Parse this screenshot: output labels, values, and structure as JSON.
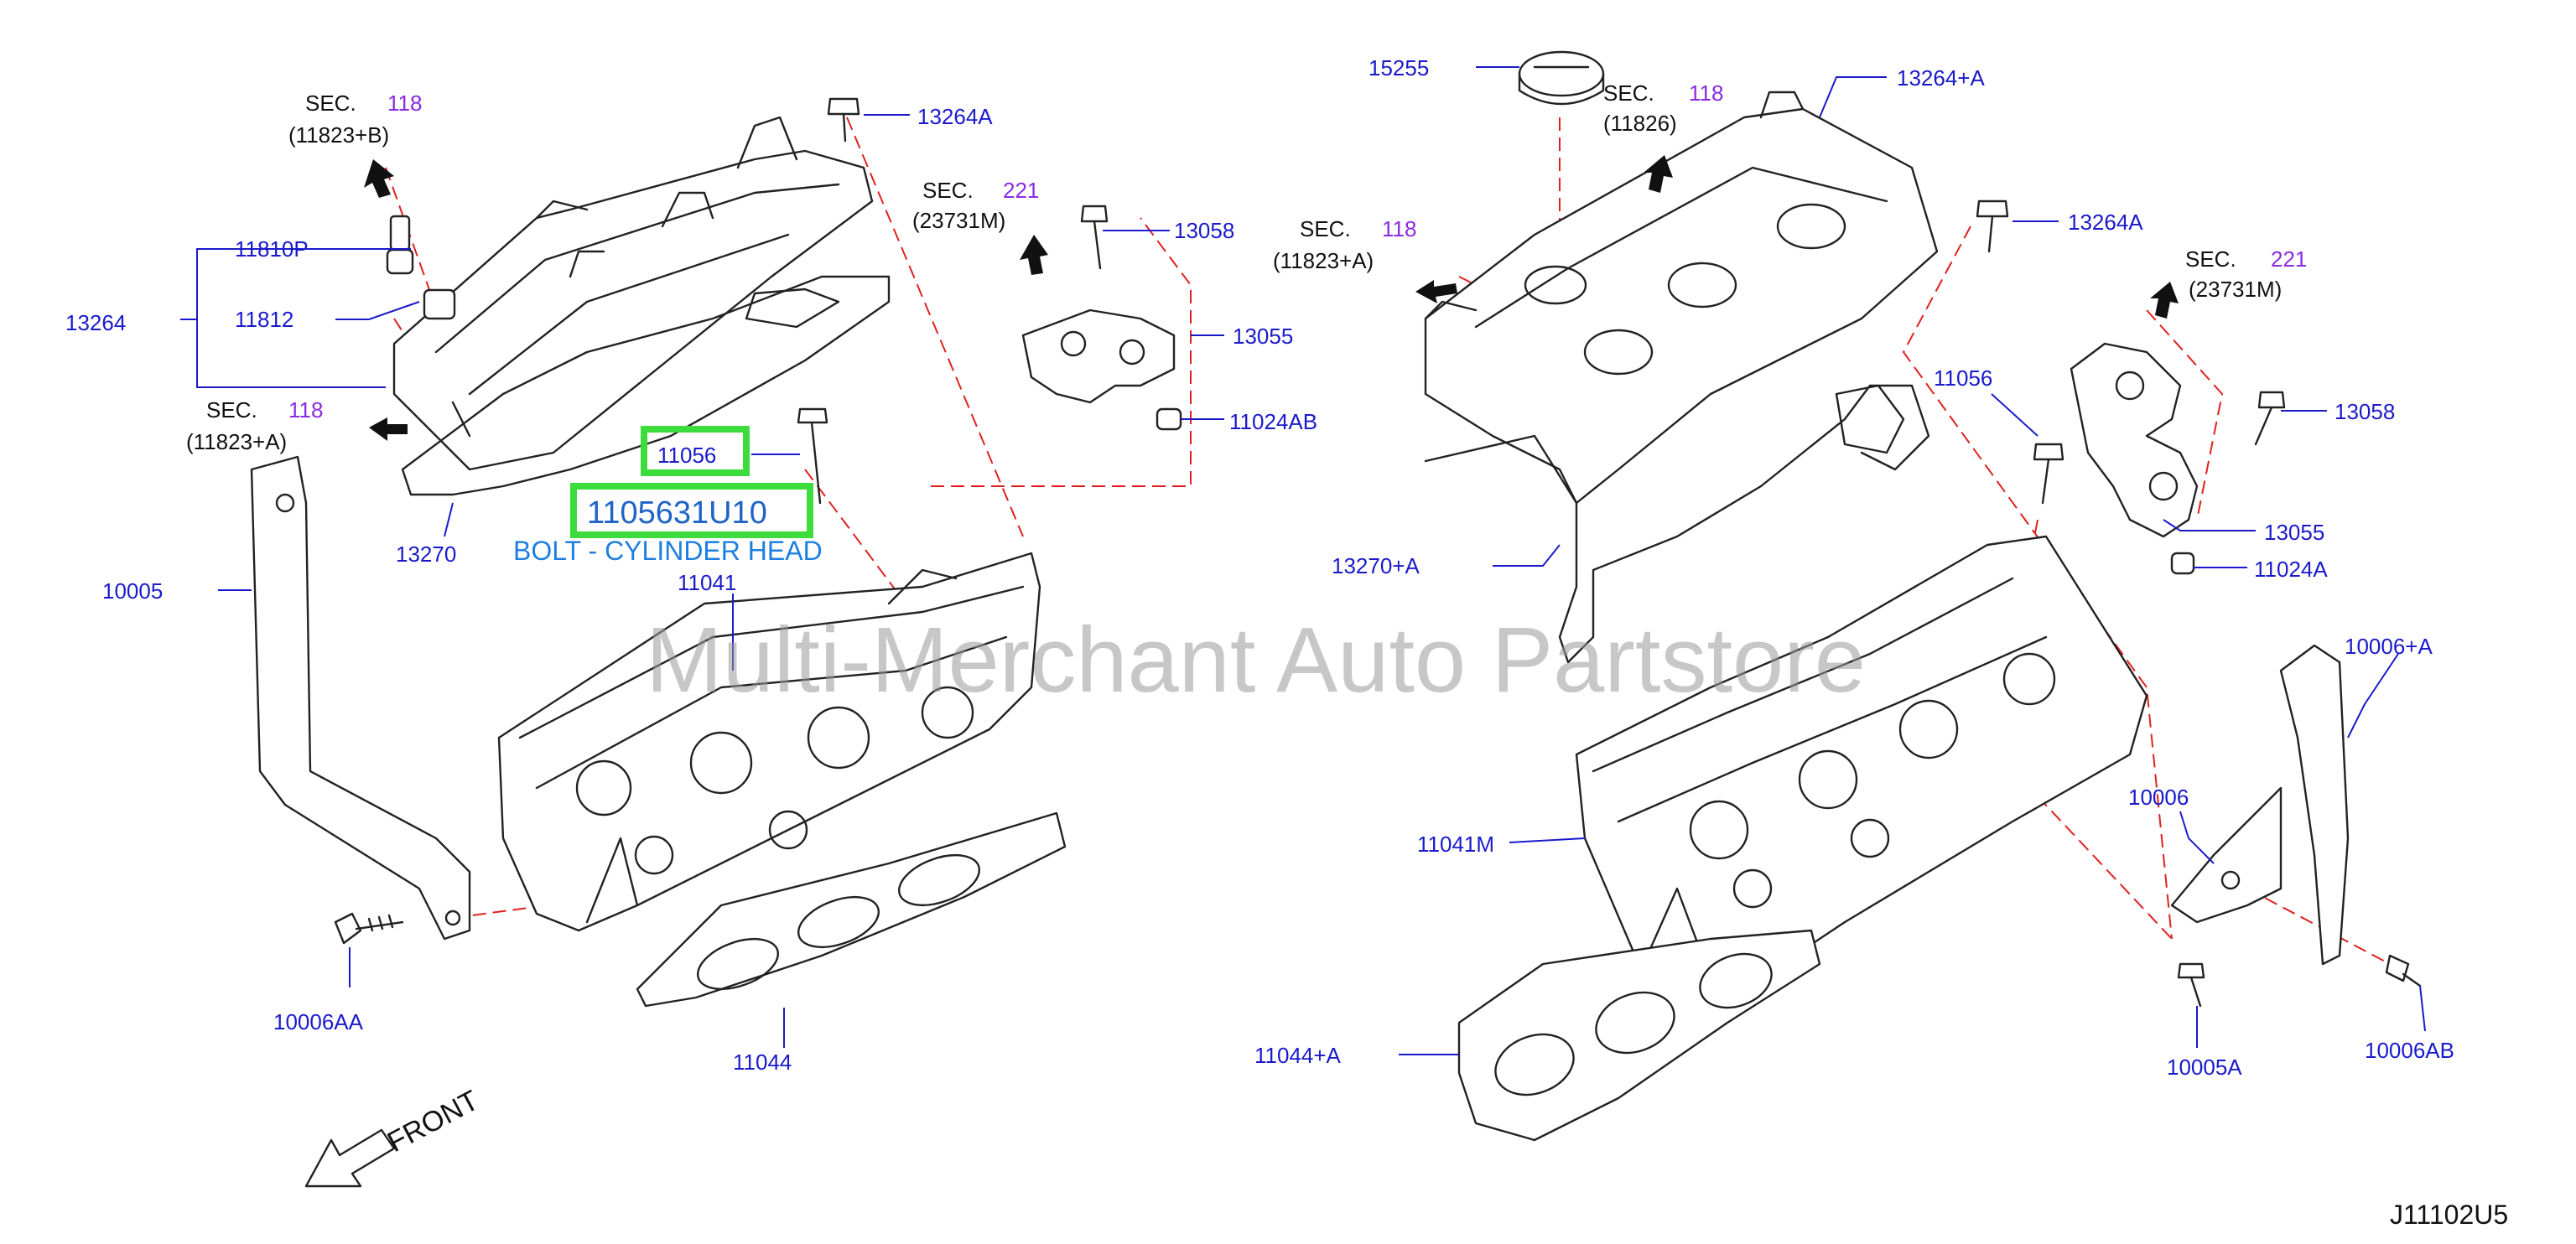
{
  "diagram_code": "J11102U5",
  "watermark": "Multi-Merchant Auto Partstore",
  "front_label": "FRONT",
  "highlight": {
    "part_number": "1105631U10",
    "description": "BOLT - CYLINDER HEAD",
    "callout": "11056"
  },
  "sections": [
    {
      "word": "SEC.",
      "num": "118",
      "ref": "(11823+B)"
    },
    {
      "word": "SEC.",
      "num": "118",
      "ref": "(11823+A)"
    },
    {
      "word": "SEC.",
      "num": "221",
      "ref": "(23731M)"
    },
    {
      "word": "SEC.",
      "num": "118",
      "ref": "(11826)"
    },
    {
      "word": "SEC.",
      "num": "118",
      "ref": "(11823+A)"
    },
    {
      "word": "SEC.",
      "num": "221",
      "ref": "(23731M)"
    }
  ],
  "callouts": {
    "c13264A_l": "13264A",
    "c11810P": "11810P",
    "c13264": "13264",
    "c11812": "11812",
    "c13058_l": "13058",
    "c13055_l": "13055",
    "c11024AB": "11024AB",
    "c13270": "13270",
    "c10005": "10005",
    "c11041": "11041",
    "c10006AA": "10006AA",
    "c11044": "11044",
    "c15255": "15255",
    "c13264pA": "13264+A",
    "c13264A_r": "13264A",
    "c11056_r": "11056",
    "c13058_r": "13058",
    "c13270pA": "13270+A",
    "c13055_r": "13055",
    "c11024A": "11024A",
    "c10006pA": "10006+A",
    "c10006": "10006",
    "c11041M": "11041M",
    "c11044pA": "11044+A",
    "c10005A": "10005A",
    "c10006AB": "10006AB"
  }
}
